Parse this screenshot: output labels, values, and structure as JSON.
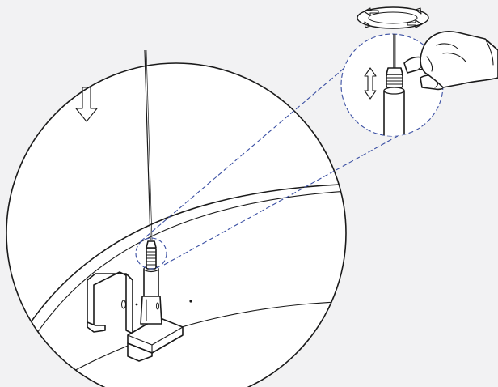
{
  "figure": {
    "kind": "assembly-instruction-illustration",
    "steps": [
      "lower-fixture-down",
      "rotate-collar",
      "adjust-height"
    ]
  },
  "colors": {
    "background": "#f2f2f3",
    "line": "#1a1a1a",
    "detail_callout": "#3a4fa3",
    "fill": "#ffffff"
  },
  "icons": {
    "down_arrow": "arrow-down-icon",
    "rotate": "rotate-arrows-icon",
    "vertical_adjust": "arrow-up-down-icon"
  }
}
